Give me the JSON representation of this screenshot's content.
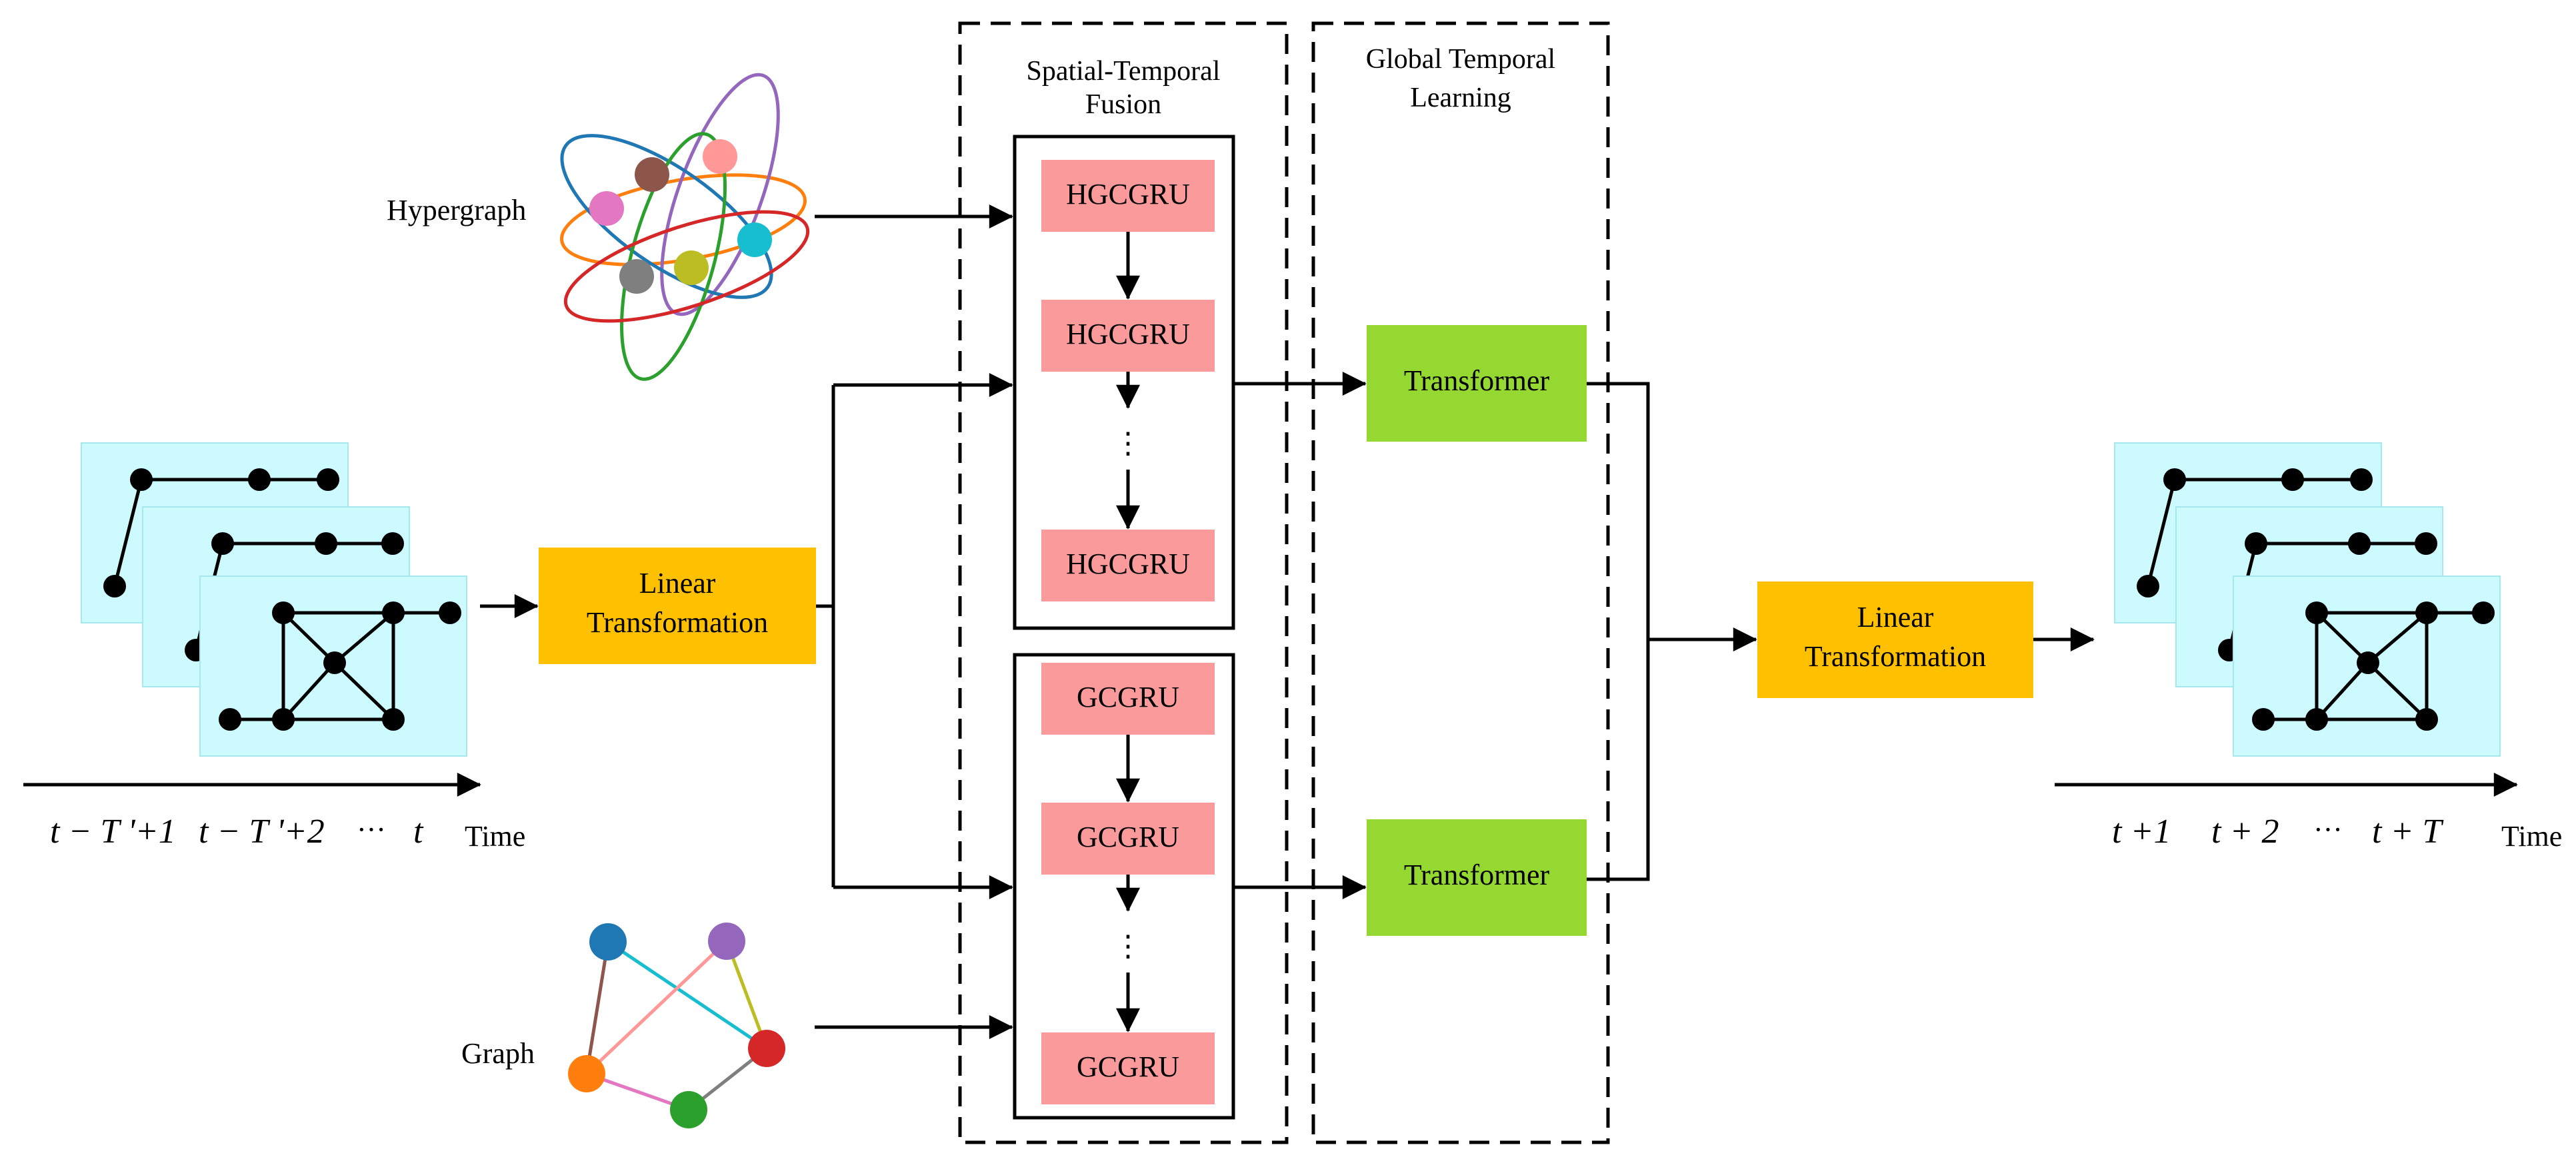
{
  "labels": {
    "hypergraph": "Hypergraph",
    "graph": "Graph",
    "time_in": "Time",
    "time_out": "Time"
  },
  "sections": {
    "spatial_temporal_fusion": [
      "Spatial-Temporal",
      "Fusion"
    ],
    "global_temporal_learning": [
      "Global Temporal",
      "Learning"
    ]
  },
  "blocks": {
    "hgcgru": "HGCGRU",
    "gcgru": "GCGRU",
    "transformer": "Transformer",
    "linear_transformation": [
      "Linear",
      "Transformation"
    ],
    "ellipsis": "⋮"
  },
  "input_time_labels": [
    "t − T '+1",
    "t − T '+2",
    "···",
    "t"
  ],
  "output_time_labels": [
    "t +1",
    "t + 2",
    "···",
    "t + T"
  ],
  "colors": {
    "unit_fill": "#fa9a9a",
    "transformer_fill": "#94d831",
    "linear_fill": "#ffc000",
    "graph_card_fill": "#ccfaff",
    "hyper_nodes": [
      "#8c564b",
      "#ff9896",
      "#e377c2",
      "#17becf",
      "#7f7f7f",
      "#bcbd22"
    ],
    "hyper_edges": [
      "#ff7f0e",
      "#9467bd",
      "#1f77b4",
      "#2ca02c",
      "#d62728"
    ],
    "graph_nodes": [
      "#1f77b4",
      "#9467bd",
      "#d62728",
      "#ff7f0e",
      "#2ca02c"
    ],
    "graph_edges": [
      "#17becf",
      "#8c564b",
      "#ff9896",
      "#bcbd22",
      "#7f7f7f",
      "#e377c2"
    ]
  }
}
